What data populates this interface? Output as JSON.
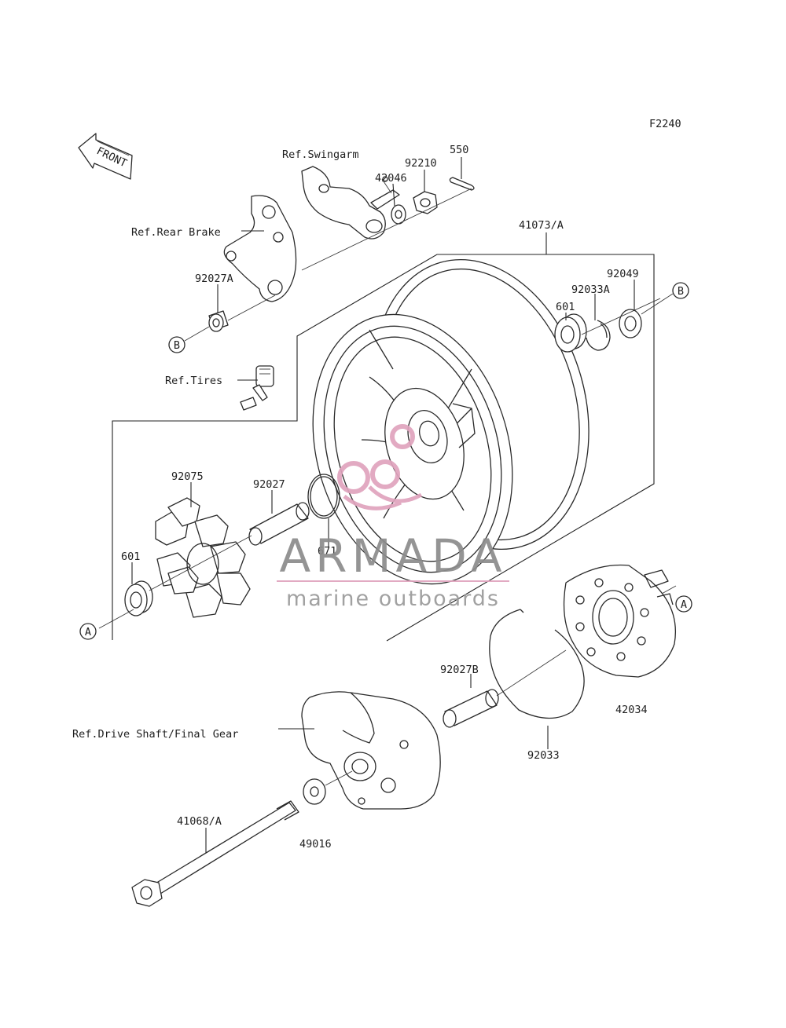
{
  "figure_code": "F2240",
  "front_arrow": {
    "text": "FRONT"
  },
  "callouts": {
    "A": "A",
    "B": "B"
  },
  "reference_labels": {
    "swingarm": "Ref.Swingarm",
    "rear_brake": "Ref.Rear Brake",
    "tires": "Ref.Tires",
    "drive_shaft": "Ref.Drive Shaft/Final Gear"
  },
  "part_numbers": {
    "p550": "550",
    "p92210": "92210",
    "p42046": "42046",
    "p41073A": "41073/A",
    "p92049": "92049",
    "p92033A": "92033A",
    "p601_top": "601",
    "p92027A": "92027A",
    "p92075": "92075",
    "p92027": "92027",
    "p671": "671",
    "p601_left": "601",
    "p42034": "42034",
    "p92027B": "92027B",
    "p92033": "92033",
    "p41068A": "41068/A",
    "p49016": "49016"
  },
  "watermark": {
    "brand": "ARMADA",
    "tagline": "marine outboards",
    "logo_color": "#e0a3bd",
    "text_color": "#8c8c8c",
    "tagline_color": "#9a9a9a"
  }
}
